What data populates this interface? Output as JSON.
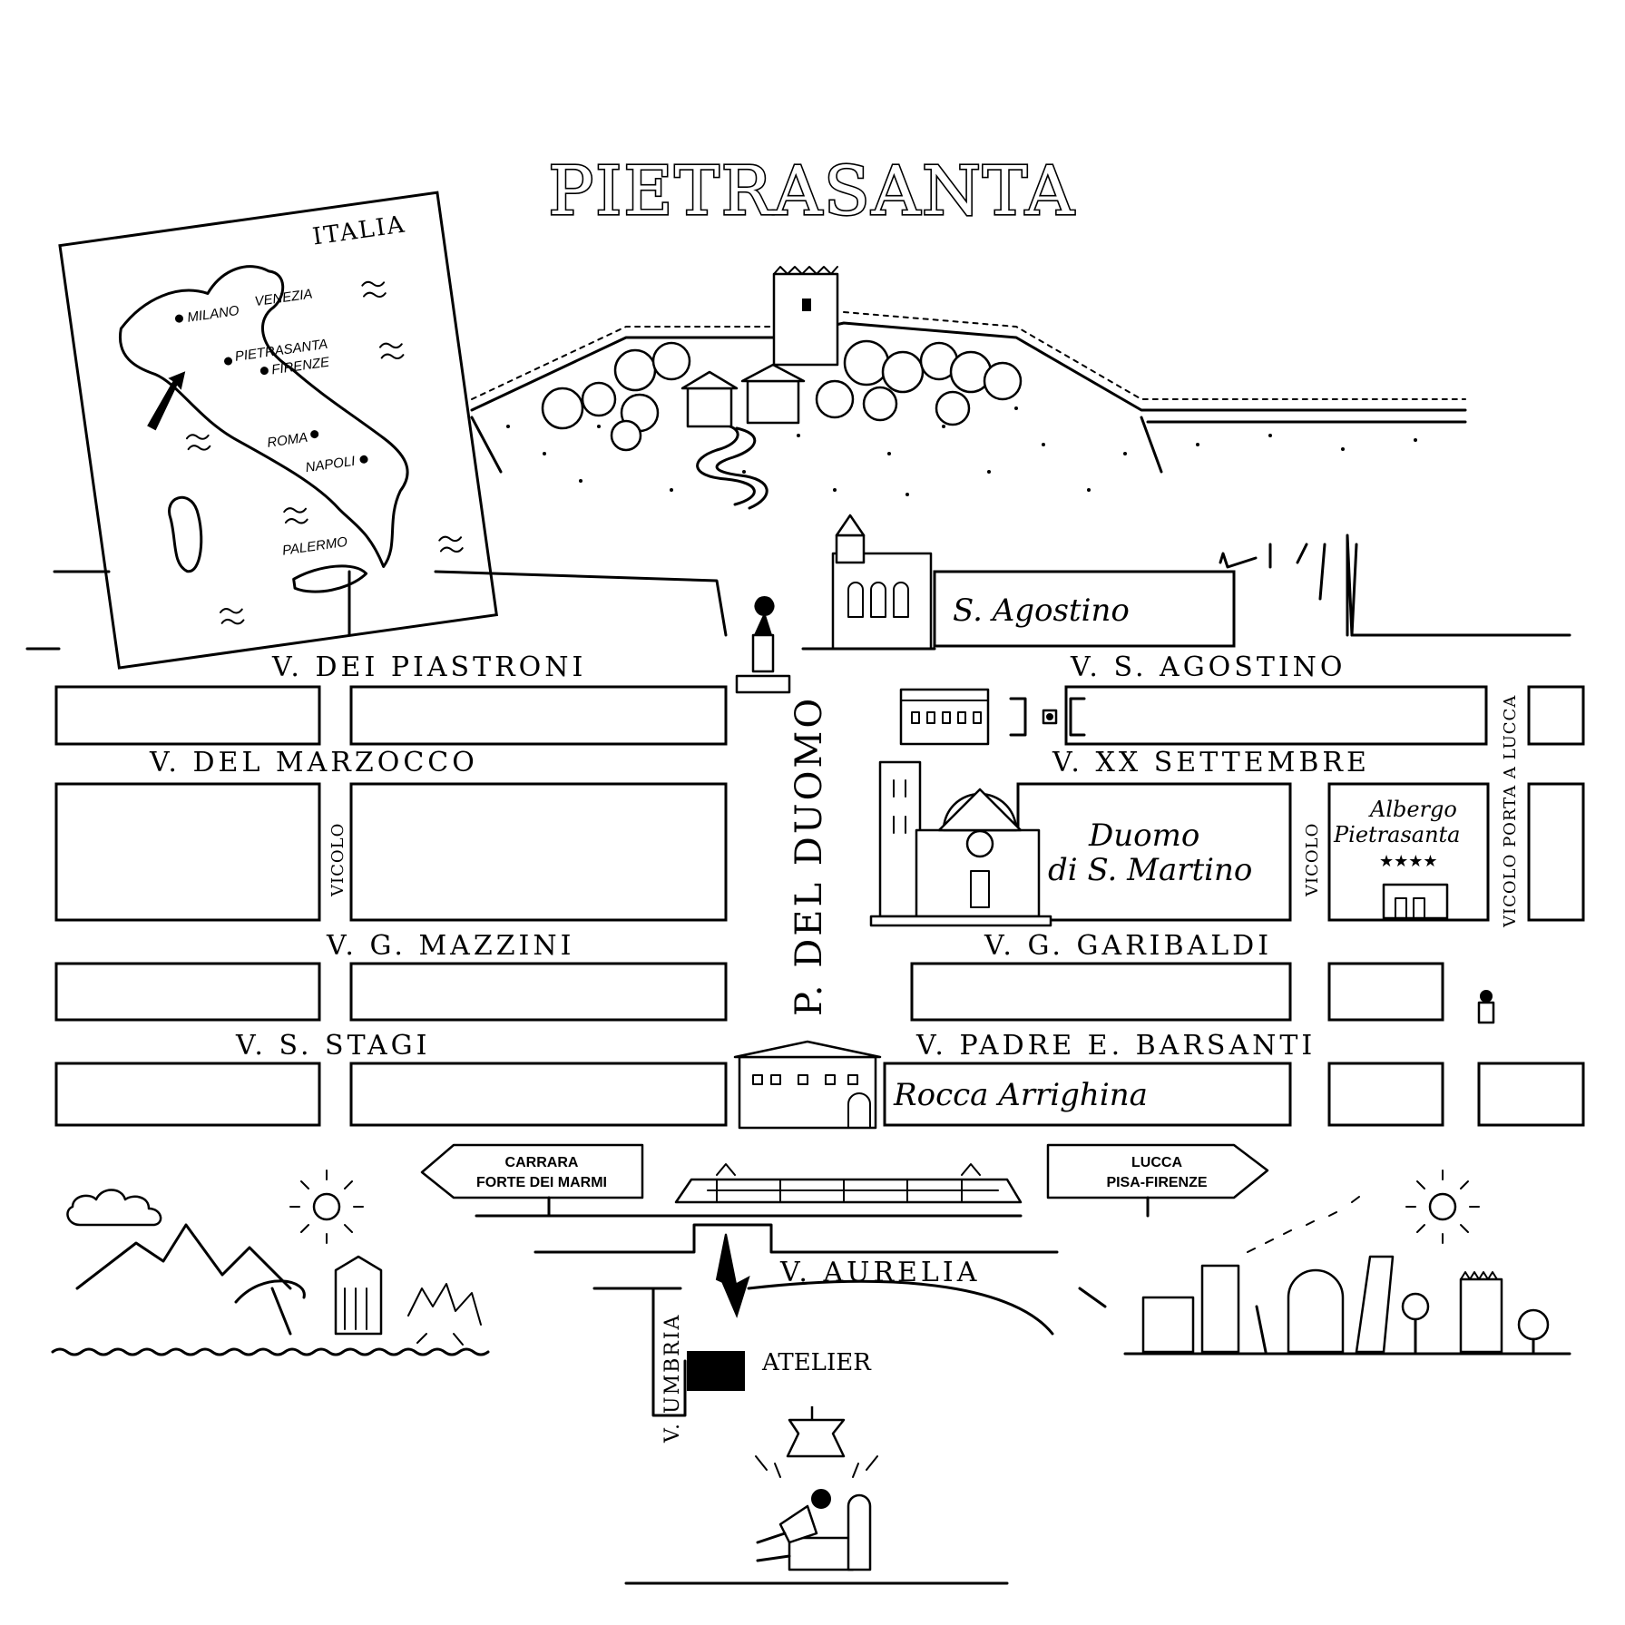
{
  "title": "PIETRASANTA",
  "inset": {
    "country": "ITALIA",
    "cities": [
      "MILANO",
      "VENEZIA",
      "PIETRASANTA",
      "FIRENZE",
      "ROMA",
      "NAPOLI",
      "PALERMO"
    ]
  },
  "streets": {
    "piastroni": "V. DEI PIASTRONI",
    "agostino": "V. S. AGOSTINO",
    "marzocco": "V. DEL MARZOCCO",
    "settembre": "V. XX SETTEMBRE",
    "mazzini": "V. G. MAZZINI",
    "garibaldi": "V. G. GARIBALDI",
    "stagi": "V. S. STAGI",
    "barsanti": "V. PADRE E. BARSANTI",
    "duomo_square": "P. DEL DUOMO",
    "vicolo_left": "VICOLO",
    "vicolo_right": "VICOLO",
    "porta_lucca": "VICOLO PORTA A LUCCA",
    "aurelia": "V. AURELIA",
    "umbria": "V. UMBRIA"
  },
  "places": {
    "agostino": "S. Agostino",
    "duomo_line1": "Duomo",
    "duomo_line2": "di S. Martino",
    "albergo_line1": "Albergo",
    "albergo_line2": "Pietrasanta",
    "albergo_stars": "★★★★",
    "rocca": "Rocca Arrighina",
    "atelier": "ATELIER"
  },
  "signs": {
    "left_line1": "CARRARA",
    "left_line2": "FORTE DEI MARMI",
    "right_line1": "LUCCA",
    "right_line2": "PISA-FIRENZE"
  },
  "icons": [
    "compass-arrow-icon",
    "sun-icon",
    "cloud-icon",
    "train-icon",
    "lamp-icon",
    "reader-icon"
  ]
}
